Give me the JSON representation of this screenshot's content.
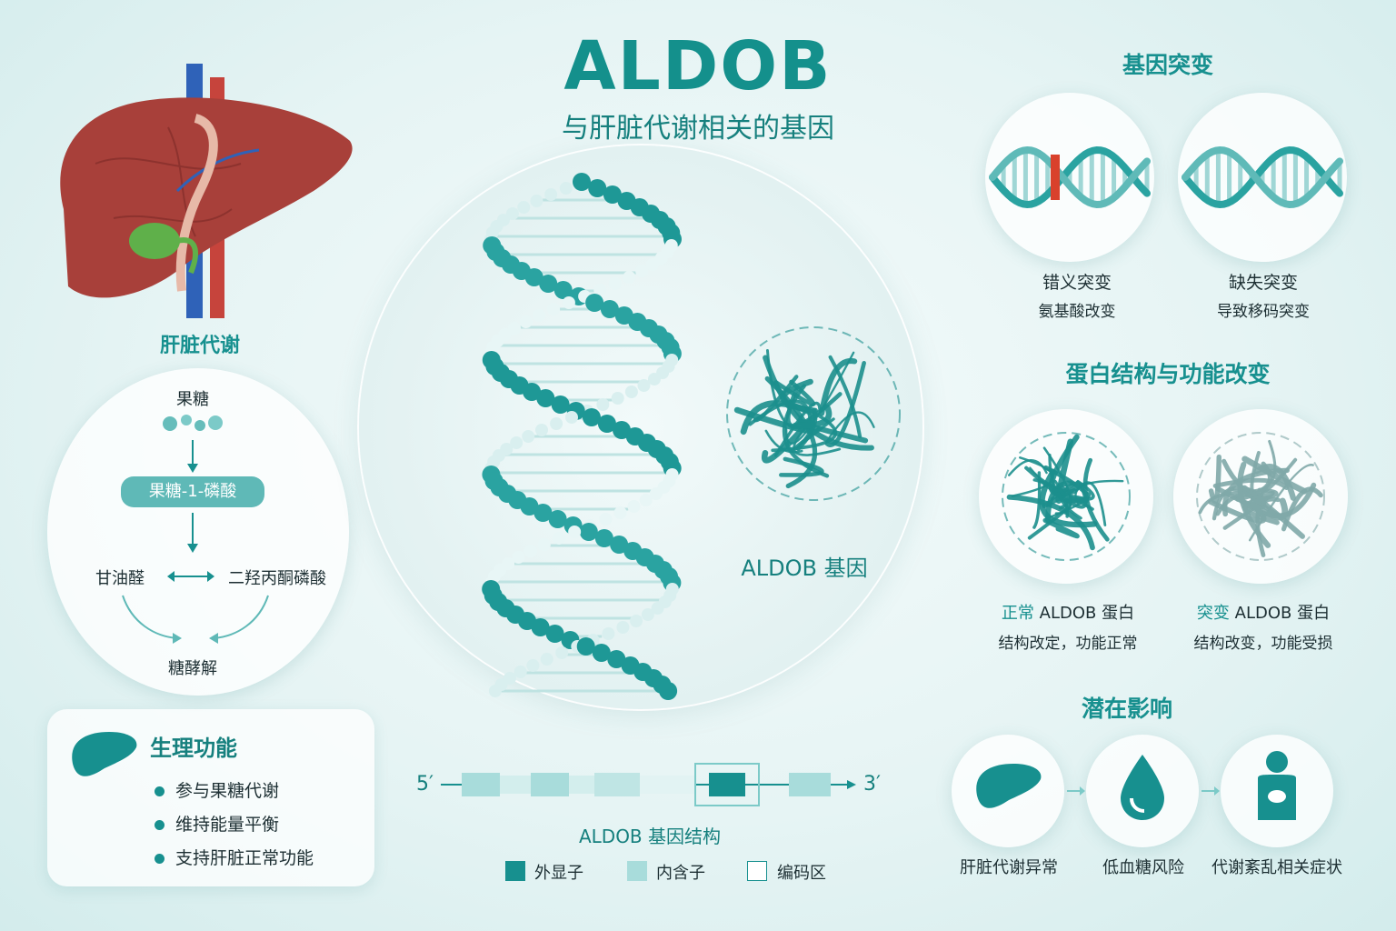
{
  "header": {
    "title": "ALDOB",
    "subtitle": "与肝脏代谢相关的基因"
  },
  "liver": {
    "label": "肝脏代谢"
  },
  "pathway": {
    "top": "果糖",
    "middle": "果糖-1-磷酸",
    "left": "甘油醛",
    "right": "二羟丙酮磷酸",
    "bottom": "糖酵解"
  },
  "function_card": {
    "title": "生理功能",
    "items": [
      "参与果糖代谢",
      "维持能量平衡",
      "支持肝脏正常功能"
    ]
  },
  "center": {
    "gene_label": "ALDOB 基因"
  },
  "gene_structure": {
    "five_prime": "5′",
    "three_prime": "3′",
    "title": "ALDOB 基因结构",
    "legend": [
      {
        "label": "外显子",
        "color": "#17908f"
      },
      {
        "label": "内含子",
        "color": "#a8dcdb"
      },
      {
        "label": "编码区",
        "color": "#ffffff"
      }
    ]
  },
  "mutation": {
    "title": "基因突变",
    "items": [
      {
        "label": "错义突变",
        "sub": "氨基酸改变"
      },
      {
        "label": "缺失突变",
        "sub": "导致移码突变"
      }
    ]
  },
  "protein": {
    "title": "蛋白结构与功能改变",
    "items": [
      {
        "label_prefix": "正常",
        "label_rest": " ALDOB 蛋白",
        "sub": "结构改定，功能正常"
      },
      {
        "label_prefix": "突变",
        "label_rest": " ALDOB 蛋白",
        "sub": "结构改变，功能受损"
      }
    ]
  },
  "impact": {
    "title": "潜在影响",
    "items": [
      "肝脏代谢异常",
      "低血糖风险",
      "代谢紊乱相关症状"
    ]
  },
  "colors": {
    "accent": "#17908f",
    "liver": "#a8403a",
    "gallbladder": "#5fb04a",
    "mutation_mark": "#d9412c"
  }
}
